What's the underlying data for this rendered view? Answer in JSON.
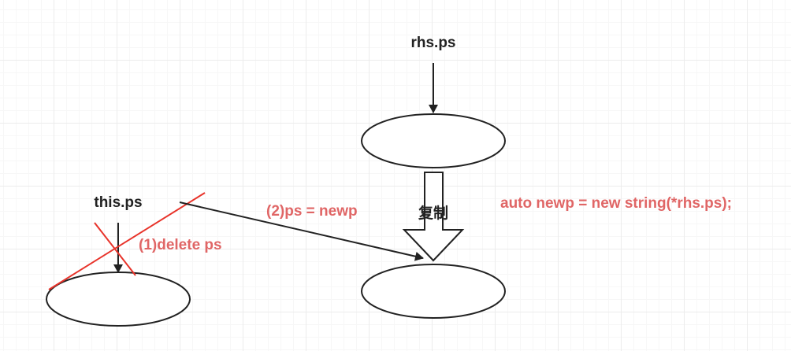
{
  "labels": {
    "rhs_ps": "rhs.ps",
    "this_ps": "this.ps",
    "copy": "复制",
    "delete_step": "(1)delete ps",
    "assign_step": "(2)ps = newp",
    "code": "auto newp = new string(*rhs.ps);"
  },
  "colors": {
    "ink": "#222222",
    "accent_red": "#e06666",
    "strike_red": "#e8332a",
    "grid": "#ececec"
  }
}
